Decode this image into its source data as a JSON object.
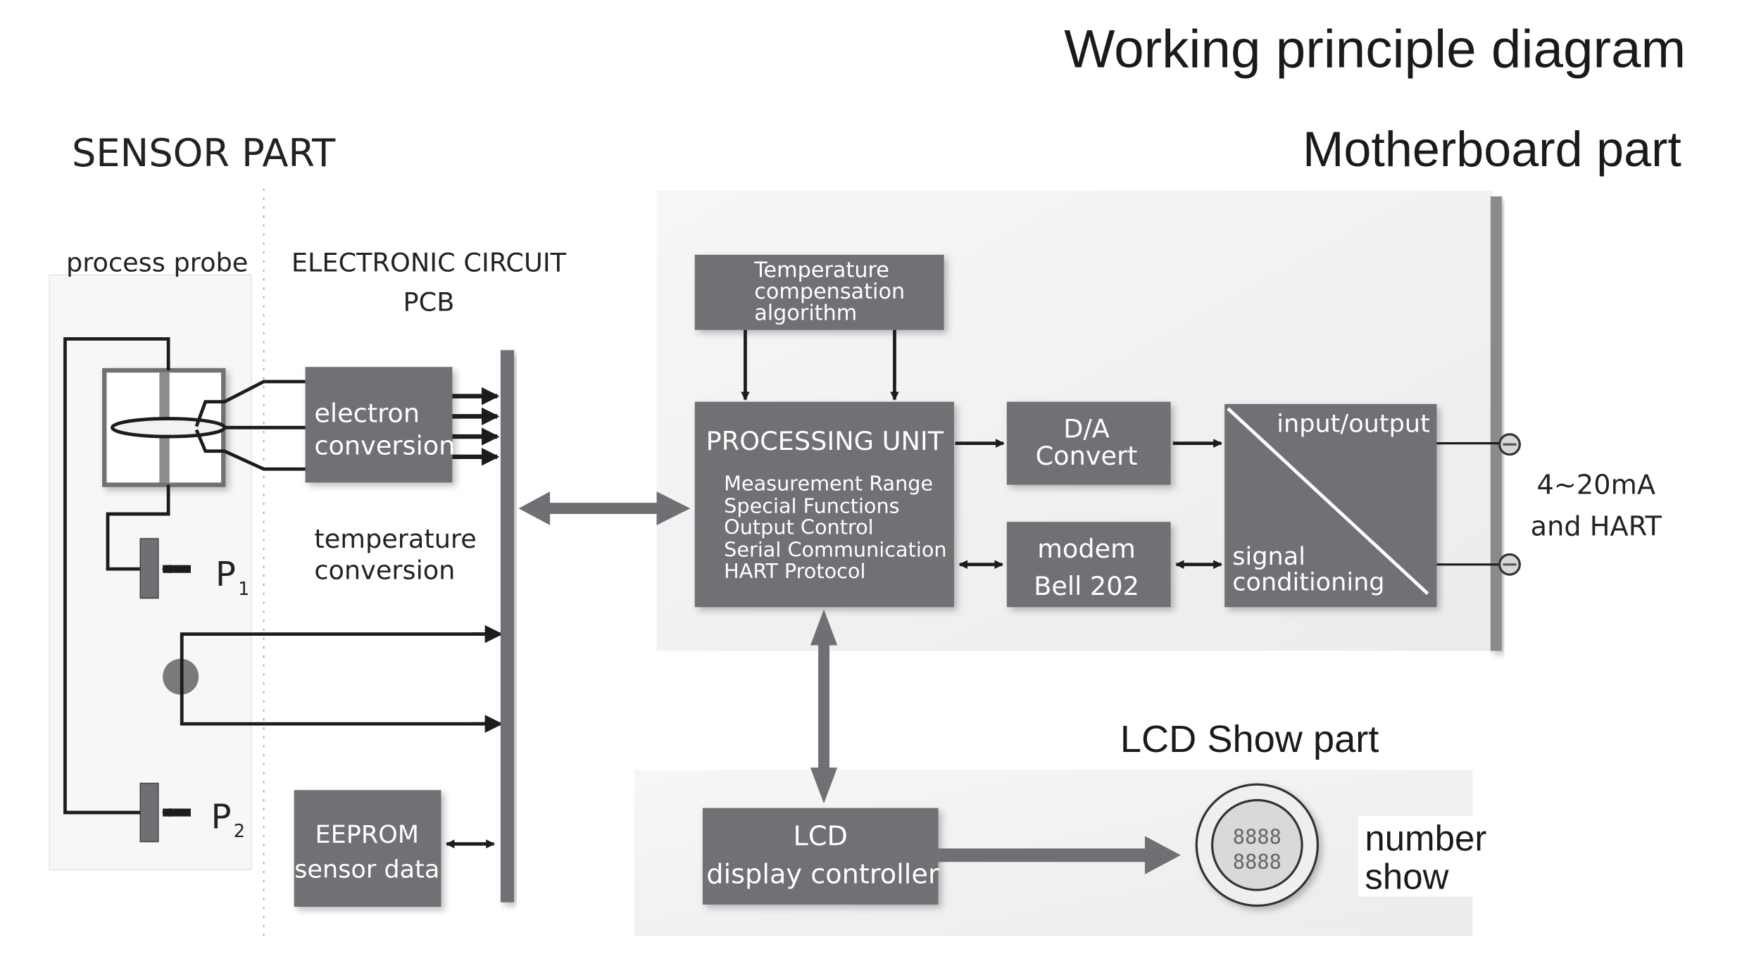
{
  "title": "Working principle diagram",
  "sections": {
    "sensor": "SENSOR PART",
    "motherboard": "Motherboard part",
    "lcd": "LCD Show part"
  },
  "sensor_part": {
    "process_probe_label": "process probe",
    "pcb_label_line1": "ELECTRONIC CIRCUIT",
    "pcb_label_line2": "PCB",
    "p1_label": "P",
    "p1_sub": "1",
    "p2_label": "P",
    "p2_sub": "2",
    "electron_conversion": [
      "electron",
      "conversion"
    ],
    "temperature_conversion": [
      "temperature",
      "conversion"
    ],
    "eeprom": [
      "EEPROM",
      "sensor data"
    ]
  },
  "motherboard_part": {
    "temp_comp": [
      "Temperature",
      "compensation",
      "algorithm"
    ],
    "processing_unit": {
      "title": "PROCESSING UNIT",
      "functions": [
        "Measurement Range",
        "Special Functions",
        "Output Control",
        "Serial Communication",
        "HART Protocol"
      ]
    },
    "da_convert": [
      "D/A",
      "Convert"
    ],
    "modem": [
      "modem",
      "Bell 202"
    ],
    "io_block": {
      "top": "input/output",
      "bottom": [
        "signal",
        "conditioning"
      ]
    },
    "output_label": [
      "4~20mA",
      "and HART"
    ]
  },
  "lcd_part": {
    "controller": [
      "LCD",
      "display controller"
    ],
    "display_label": [
      "number",
      "show"
    ]
  },
  "colors": {
    "block": "#6f7074",
    "wire": "#1c1c1c",
    "text": "#1a1a1a",
    "panel": "#f2f2f2"
  }
}
